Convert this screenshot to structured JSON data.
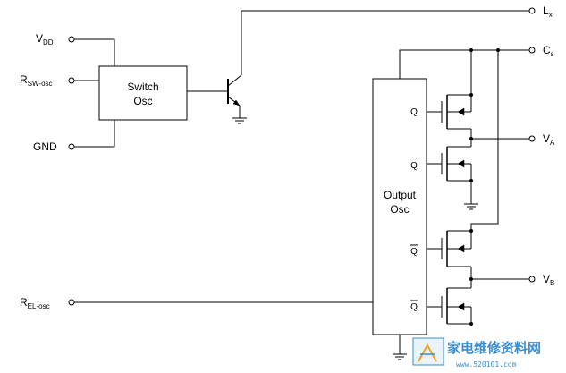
{
  "pins": {
    "vdd": {
      "main": "V",
      "sub": "DD"
    },
    "rsw": {
      "main": "R",
      "sub": "SW-osc"
    },
    "gnd": {
      "main": "GND"
    },
    "rel": {
      "main": "R",
      "sub": "EL-osc"
    },
    "lx": {
      "main": "L",
      "sub": "x"
    },
    "cs": {
      "main": "C",
      "sub": "s"
    },
    "va": {
      "main": "V",
      "sub": "A"
    },
    "vb": {
      "main": "V",
      "sub": "B"
    }
  },
  "blocks": {
    "switch_osc": {
      "line1": "Switch",
      "line2": "Osc"
    },
    "output_osc": {
      "line1": "Output",
      "line2": "Osc"
    }
  },
  "gate_labels": {
    "q1": "Q",
    "q2": "Q",
    "qbar1": "Q",
    "qbar2": "Q"
  },
  "watermark": {
    "text": "家电维修资料网",
    "url": "www.520101.com"
  }
}
